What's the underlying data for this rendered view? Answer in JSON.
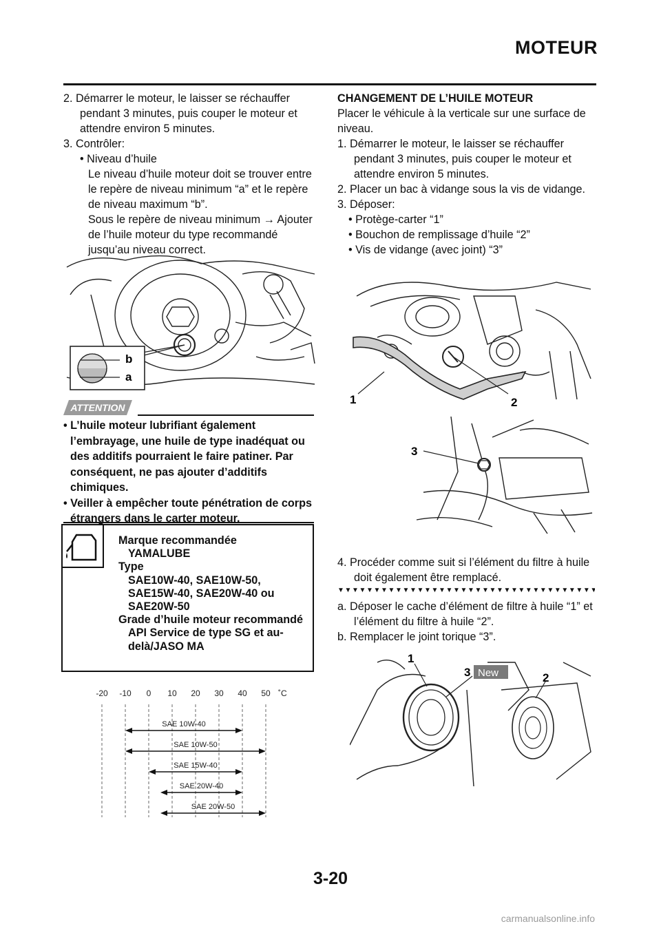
{
  "header": {
    "title": "MOTEUR"
  },
  "left_col": {
    "steps": [
      "2. Démarrer le moteur, le laisser se réchauffer pendant 3 minutes, puis couper le moteur et attendre environ 5 minutes.",
      "3. Contrôler:"
    ],
    "bullet_niveau": "• Niveau d’huile",
    "niveau_text": "Le niveau d’huile moteur doit se trouver entre le repère de niveau minimum “a” et le repère de niveau maximum “b”.",
    "niveau_text2": "Sous le repère de niveau minimum → Ajouter de l’huile moteur du type recommandé jusqu’au niveau correct."
  },
  "figure1": {
    "label_b": "b",
    "label_a": "a"
  },
  "attention": {
    "label": "ATTENTION",
    "items": [
      "• L’huile moteur lubrifiant également l’embrayage, une huile de type inadéquat ou des additifs pourraient le faire patiner. Par conséquent, ne pas ajouter d’additifs chimiques.",
      "• Veiller à empêcher toute pénétration de corps étrangers dans le carter moteur."
    ]
  },
  "spec": {
    "brand_label": "Marque recommandée",
    "brand_value": "YAMALUBE",
    "type_label": "Type",
    "type_value": "SAE10W-40, SAE10W-50, SAE15W-40, SAE20W-40 ou SAE20W-50",
    "grade_label": "Grade d’huile moteur recommandé",
    "grade_value": "API Service de type SG et au-delà/JASO MA"
  },
  "chart_data": {
    "type": "range",
    "x_ticks": [
      "-20",
      "-10",
      "0",
      "10",
      "20",
      "30",
      "40",
      "50"
    ],
    "unit": "˚C",
    "series": [
      {
        "name": "SAE 10W-40",
        "range": [
          -10,
          40
        ]
      },
      {
        "name": "SAE 10W-50",
        "range": [
          -10,
          50
        ]
      },
      {
        "name": "SAE 15W-40",
        "range": [
          0,
          40
        ]
      },
      {
        "name": "SAE 20W-40",
        "range": [
          5,
          40
        ]
      },
      {
        "name": "SAE 20W-50",
        "range": [
          5,
          50
        ]
      }
    ]
  },
  "right_col": {
    "heading": "CHANGEMENT DE L’HUILE MOTEUR",
    "intro": "Placer le véhicule à la verticale sur une surface de niveau.",
    "steps": [
      "1. Démarrer le moteur, le laisser se réchauffer pendant 3 minutes, puis couper le moteur et attendre environ 5 minutes.",
      "2. Placer un bac à vidange sous la vis de vidange.",
      "3. Déposer:"
    ],
    "bullets": [
      "• Protège-carter “1”",
      "• Bouchon de remplissage d’huile “2”",
      "• Vis de vidange (avec joint) “3”"
    ],
    "step4": "4. Procéder comme suit si l’élément du filtre à huile doit également être remplacé.",
    "triangles": "▼▼▼▼▼▼▼▼▼▼▼▼▼▼▼▼▼▼▼▼▼▼▼▼▼▼▼▼▼▼▼▼▼▼▼▼▼▼",
    "substeps": [
      "a. Déposer le cache d’élément de filtre à huile “1” et l’élément du filtre à huile “2”.",
      "b. Remplacer le joint torique “3”."
    ]
  },
  "figure2": {
    "label1": "1",
    "label2": "2"
  },
  "figure3": {
    "label3": "3"
  },
  "figure4": {
    "label1": "1",
    "label2": "2",
    "label3": "3",
    "new_badge": "New"
  },
  "footer": {
    "page": "3-20",
    "watermark": "carmanualsonline.info"
  }
}
